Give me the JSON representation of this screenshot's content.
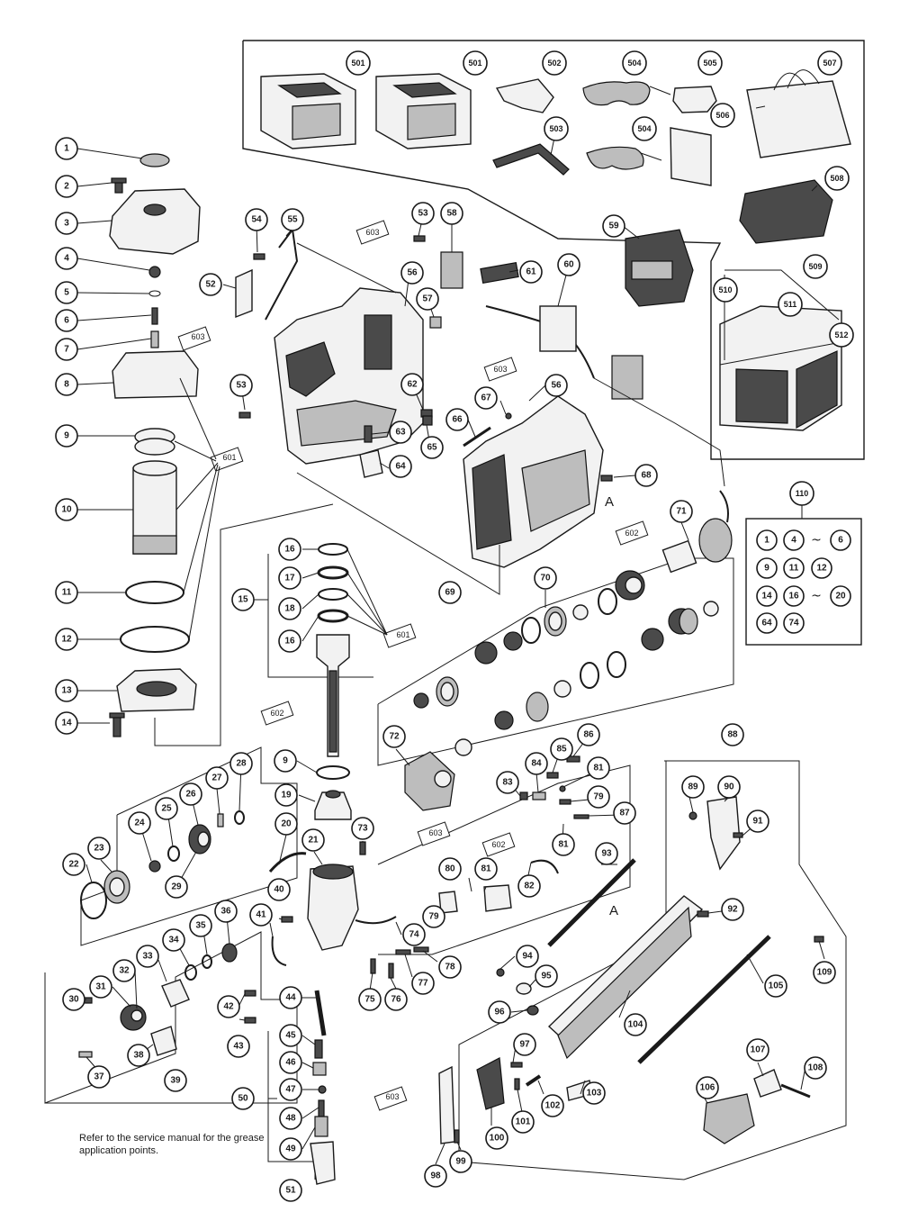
{
  "note": "Refer to the service manual for the grease application points.",
  "reference_letter": "A",
  "grease_labels": {
    "g601": "601",
    "g602": "602",
    "g603": "603"
  },
  "kit": {
    "number": "110",
    "rows": [
      [
        "1",
        "4",
        "~",
        "6"
      ],
      [
        "9",
        "11",
        "12"
      ],
      [
        "14",
        "16",
        "~",
        "20"
      ],
      [
        "64",
        "74"
      ]
    ]
  },
  "callouts": {
    "c1": "1",
    "c2": "2",
    "c3": "3",
    "c4": "4",
    "c5": "5",
    "c6": "6",
    "c7": "7",
    "c8": "8",
    "c9a": "9",
    "c10": "10",
    "c11": "11",
    "c12": "12",
    "c13": "13",
    "c14": "14",
    "c15": "15",
    "c16a": "16",
    "c16b": "16",
    "c17": "17",
    "c18": "18",
    "c9b": "9",
    "c19": "19",
    "c20": "20",
    "c21": "21",
    "c22": "22",
    "c23": "23",
    "c24": "24",
    "c25": "25",
    "c26": "26",
    "c27": "27",
    "c28": "28",
    "c29": "29",
    "c30": "30",
    "c31": "31",
    "c32": "32",
    "c33": "33",
    "c34": "34",
    "c35": "35",
    "c36": "36",
    "c37": "37",
    "c38": "38",
    "c39": "39",
    "c40": "40",
    "c41": "41",
    "c42": "42",
    "c43": "43",
    "c44": "44",
    "c45": "45",
    "c46": "46",
    "c47": "47",
    "c48": "48",
    "c49": "49",
    "c50": "50",
    "c51": "51",
    "c52": "52",
    "c53a": "53",
    "c53b": "53",
    "c54": "54",
    "c55": "55",
    "c56a": "56",
    "c56b": "56",
    "c57": "57",
    "c58": "58",
    "c59": "59",
    "c60": "60",
    "c61": "61",
    "c62": "62",
    "c63": "63",
    "c64": "64",
    "c65": "65",
    "c66": "66",
    "c67": "67",
    "c68": "68",
    "c69": "69",
    "c70": "70",
    "c71": "71",
    "c72": "72",
    "c73": "73",
    "c74": "74",
    "c75": "75",
    "c76": "76",
    "c77": "77",
    "c78": "78",
    "c79a": "79",
    "c79b": "79",
    "c80": "80",
    "c81a": "81",
    "c81b": "81",
    "c81c": "81",
    "c82": "82",
    "c83": "83",
    "c84": "84",
    "c85": "85",
    "c86": "86",
    "c87": "87",
    "c88": "88",
    "c89": "89",
    "c90": "90",
    "c91": "91",
    "c92": "92",
    "c93": "93",
    "c94": "94",
    "c95": "95",
    "c96": "96",
    "c97": "97",
    "c98": "98",
    "c99": "99",
    "c100": "100",
    "c101": "101",
    "c102": "102",
    "c103": "103",
    "c104": "104",
    "c105": "105",
    "c106": "106",
    "c107": "107",
    "c108": "108",
    "c109": "109",
    "c501a": "501",
    "c501b": "501",
    "c502": "502",
    "c503": "503",
    "c504a": "504",
    "c504b": "504",
    "c505": "505",
    "c506": "506",
    "c507": "507",
    "c508": "508",
    "c509": "509",
    "c510": "510",
    "c511": "511",
    "c512": "512"
  }
}
